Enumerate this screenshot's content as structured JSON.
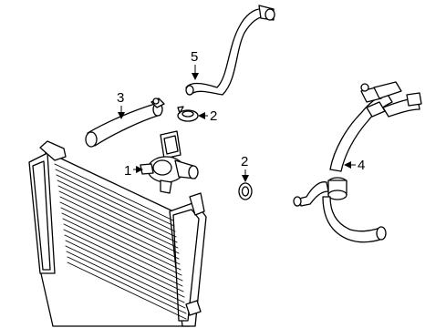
{
  "callouts": {
    "c1": "1",
    "c2a": "2",
    "c2b": "2",
    "c3": "3",
    "c4": "4",
    "c5": "5"
  },
  "colors": {
    "line": "#000000",
    "background": "#ffffff"
  }
}
